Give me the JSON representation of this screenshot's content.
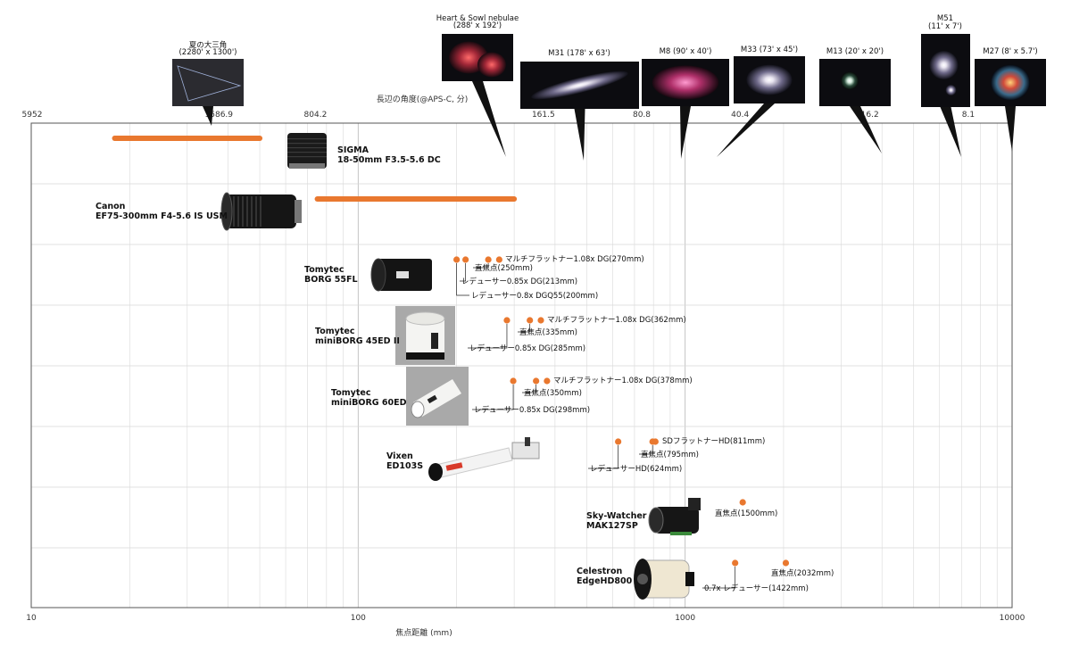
{
  "chart_data": {
    "type": "scatter",
    "x_scale": "log",
    "xlim": [
      10,
      10000
    ],
    "x_ticks": [
      "10",
      "100",
      "1000",
      "10000"
    ],
    "xlabel": "焦点距離 (mm)",
    "top_axis_label": "長辺の角度(@APS-C, 分)",
    "top_ticks": [
      {
        "focal": 10,
        "label": "5952"
      },
      {
        "focal": 37.5,
        "label": "1586.9"
      },
      {
        "focal": 74,
        "label": "804.2"
      },
      {
        "focal": 368.5,
        "label": "161.5"
      },
      {
        "focal": 736.5,
        "label": "80.8"
      },
      {
        "focal": 1472,
        "label": "40.4"
      },
      {
        "focal": 3674,
        "label": "16.2"
      },
      {
        "focal": 7348,
        "label": "8.1"
      }
    ],
    "instruments": [
      {
        "name": "SIGMA\n18-50mm F3.5-5.6 DC",
        "ranges": [
          [
            18,
            50
          ]
        ],
        "points": [],
        "icon": "sigma-lens-photo"
      },
      {
        "name": "Canon\nEF75-300mm F4-5.6 IS USM",
        "ranges": [
          [
            75,
            300
          ]
        ],
        "points": [],
        "icon": "canon-lens-photo"
      },
      {
        "name": "Tomytec\nBORG 55FL",
        "ranges": [],
        "icon": "borg55fl-photo",
        "points": [
          {
            "x": 200,
            "label": "レデューサー0.8x DGQ55(200mm)"
          },
          {
            "x": 213,
            "label": "レデューサー0.85x DG(213mm)"
          },
          {
            "x": 250,
            "label": "直焦点(250mm)"
          },
          {
            "x": 270,
            "label": "マルチフラットナー1.08x DG(270mm)"
          }
        ]
      },
      {
        "name": "Tomytec\nminiBORG 45ED II",
        "ranges": [],
        "icon": "miniborg45-photo",
        "points": [
          {
            "x": 285,
            "label": "レデューサー0.85x DG(285mm)"
          },
          {
            "x": 335,
            "label": "直焦点(335mm)"
          },
          {
            "x": 362,
            "label": "マルチフラットナー1.08x DG(362mm)"
          }
        ]
      },
      {
        "name": "Tomytec\nminiBORG 60ED",
        "ranges": [],
        "icon": "miniborg60-photo",
        "points": [
          {
            "x": 298,
            "label": "レデューサー0.85x DG(298mm)"
          },
          {
            "x": 350,
            "label": "直焦点(350mm)"
          },
          {
            "x": 378,
            "label": "マルチフラットナー1.08x DG(378mm)"
          }
        ]
      },
      {
        "name": "Vixen\nED103S",
        "ranges": [],
        "icon": "vixen-ed103s-photo",
        "points": [
          {
            "x": 624,
            "label": "レデューサーHD(624mm)"
          },
          {
            "x": 795,
            "label": "直焦点(795mm)"
          },
          {
            "x": 811,
            "label": "SDフラットナーHD(811mm)"
          }
        ]
      },
      {
        "name": "Sky-Watcher\nMAK127SP",
        "ranges": [],
        "icon": "mak127sp-photo",
        "points": [
          {
            "x": 1500,
            "label": "直焦点(1500mm)"
          }
        ]
      },
      {
        "name": "Celestron\nEdgeHD800",
        "ranges": [],
        "icon": "edgehd800-photo",
        "points": [
          {
            "x": 1422,
            "label": "0.7x レデューサー(1422mm)"
          },
          {
            "x": 2032,
            "label": "直焦点(2032mm)"
          }
        ]
      }
    ],
    "targets": [
      {
        "name": "夏の大三角",
        "size": "(2280' x 1300')",
        "focal": 38,
        "kind": "triangle"
      },
      {
        "name": "Heart & Sowl nebulae",
        "size": "(288' x 192')",
        "focal": 290,
        "kind": "nebula-red"
      },
      {
        "name": "M31 (178' x 63')",
        "size": "",
        "focal": 550,
        "kind": "galaxy"
      },
      {
        "name": "M8 (90' x 40')",
        "size": "",
        "focal": 1000,
        "kind": "nebula-pink"
      },
      {
        "name": "M33 (73' x 45')",
        "size": "",
        "focal": 1000,
        "kind": "galaxy-spiral"
      },
      {
        "name": "M13 (20' x 20')",
        "size": "",
        "focal": 4000,
        "kind": "cluster"
      },
      {
        "name": "M51",
        "size": "(11' x 7')",
        "focal": 6800,
        "kind": "whirlpool"
      },
      {
        "name": "M27 (8' x 5.7')",
        "size": "",
        "focal": 8200,
        "kind": "dumbbell"
      }
    ],
    "colors": {
      "marker": "#e9782f",
      "grid": "#d9d9d9",
      "frame": "#555555"
    }
  }
}
